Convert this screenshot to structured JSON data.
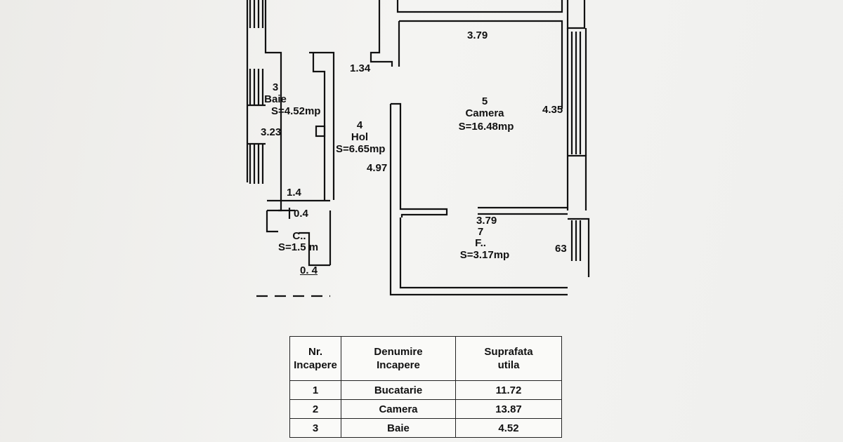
{
  "rooms": [
    {
      "nr": "3",
      "name": "Baie",
      "area": "S=4.52mp"
    },
    {
      "nr": "4",
      "name": "Hol",
      "area": "S=6.65mp"
    },
    {
      "nr": "5",
      "name": "Camera",
      "area": "S=16.48mp"
    },
    {
      "nr": "C..",
      "name": "",
      "area": "S=1.5 m"
    },
    {
      "nr": "7",
      "name": "F..",
      "area": "S=3.17mp"
    }
  ],
  "dimensions": [
    "3.79",
    "1.34",
    "4.35",
    "3.23",
    "4.97",
    "1.4",
    "0.4",
    "3.79",
    "63",
    "0. 4"
  ],
  "table": {
    "headers": [
      "Nr. Incapere",
      "Denumire Incapere",
      "Suprafata utila"
    ],
    "rows": [
      {
        "nr": "1",
        "name": "Bucatarie",
        "area": "11.72"
      },
      {
        "nr": "2",
        "name": "Camera",
        "area": "13.87"
      },
      {
        "nr": "3",
        "name": "Baie",
        "area": "4.52"
      }
    ]
  },
  "colors": {
    "ink": "#111111",
    "paper": "#f3f3f1"
  }
}
